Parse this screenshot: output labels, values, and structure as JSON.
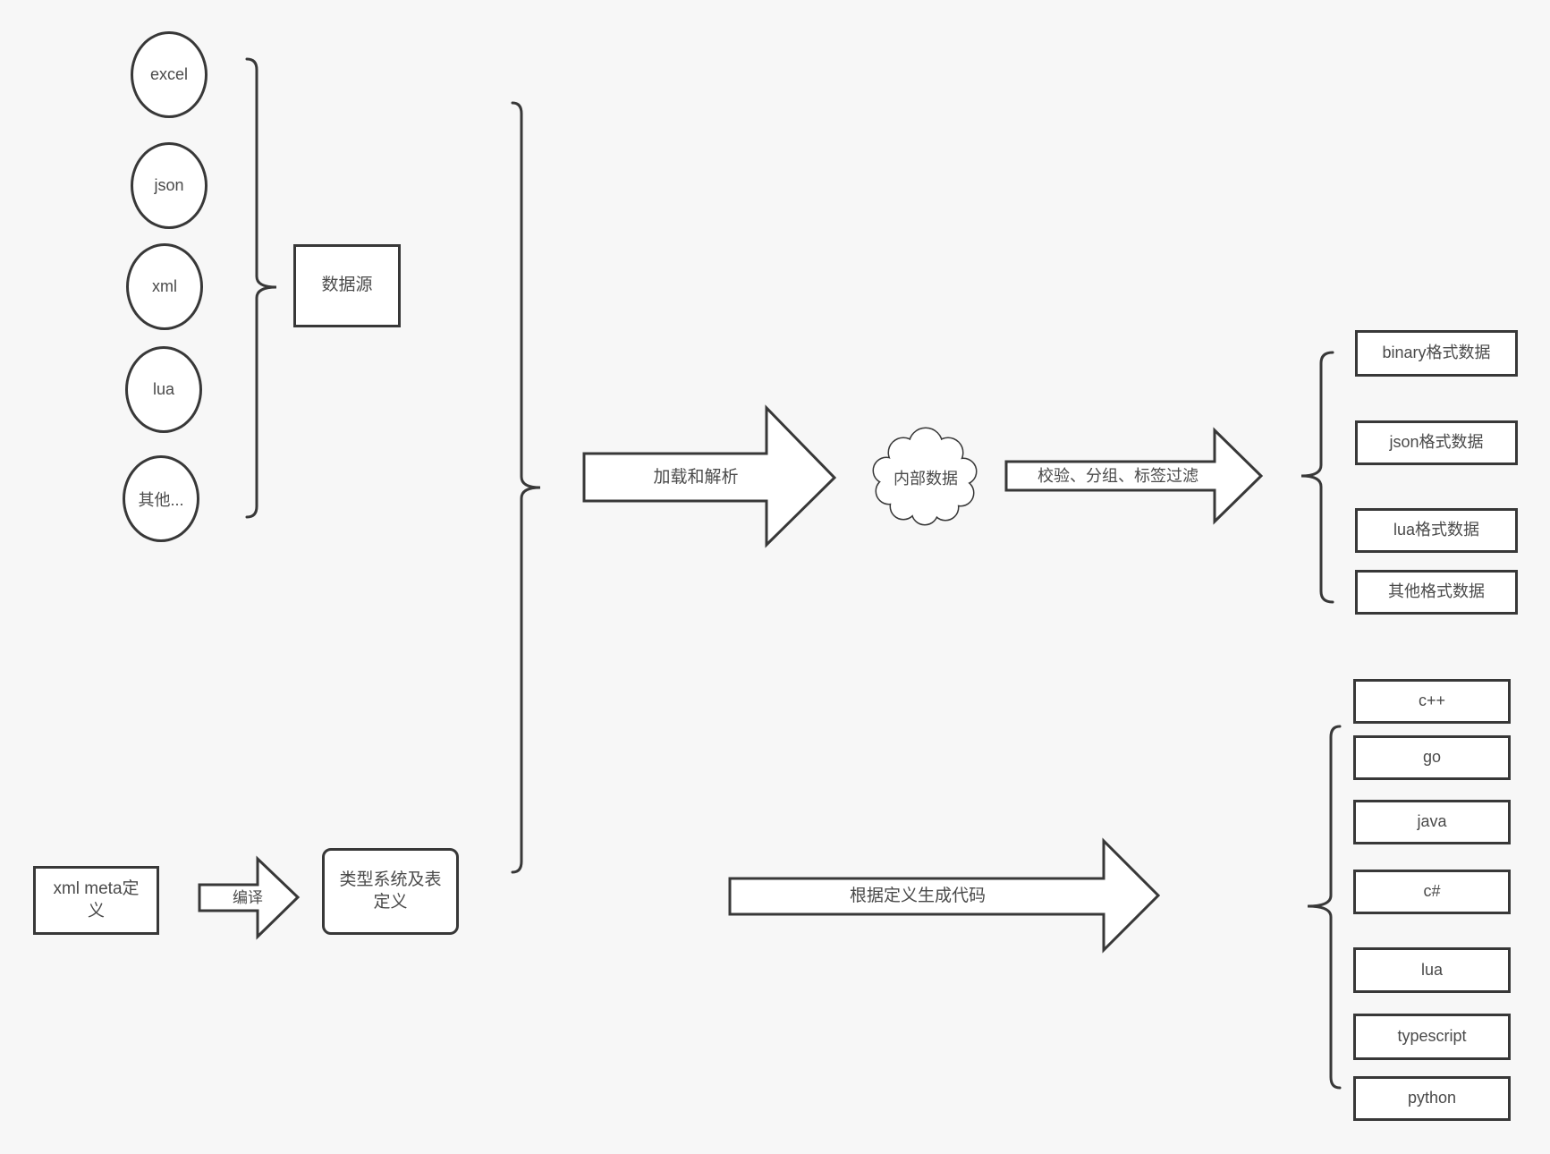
{
  "colors": {
    "background": "#f7f7f7",
    "stroke": "#383838",
    "shape_fill": "#ffffff",
    "text": "#4a4a4a"
  },
  "sources": {
    "group_label": "数据源",
    "items": [
      "excel",
      "json",
      "xml",
      "lua",
      "其他..."
    ]
  },
  "pipeline": {
    "load_parse_arrow_label": "加载和解析",
    "internal_data_cloud_label": "内部数据",
    "filter_arrow_label": "校验、分组、标签过滤",
    "format_outputs": [
      "binary格式数据",
      "json格式数据",
      "lua格式数据",
      "其他格式数据"
    ]
  },
  "codegen": {
    "xml_meta_label": "xml meta定义",
    "compile_arrow_label": "编译",
    "type_system_label": "类型系统及表定义",
    "codegen_arrow_label": "根据定义生成代码",
    "languages": [
      "c++",
      "go",
      "java",
      "c#",
      "lua",
      "typescript",
      "python"
    ]
  }
}
